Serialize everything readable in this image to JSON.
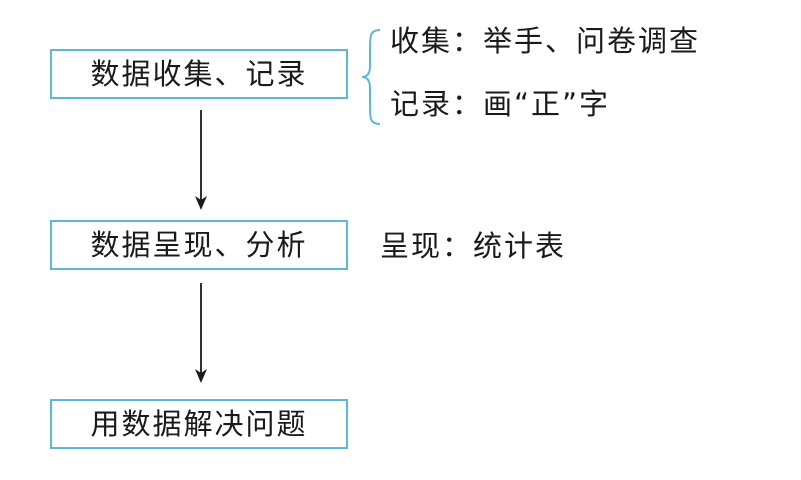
{
  "flow": {
    "steps": [
      {
        "label": "数据收集、记录"
      },
      {
        "label": "数据呈现、分析"
      },
      {
        "label": "用数据解决问题"
      }
    ]
  },
  "notes": {
    "collect_method": "收集：举手、问卷调查",
    "record_method": "记录：画“正”字",
    "present_method": "呈现：统计表"
  },
  "colors": {
    "box_border": "#5fb7d6",
    "brace": "#5fb7d6",
    "arrow": "#1a1a1a",
    "text": "#1a1a1a"
  }
}
